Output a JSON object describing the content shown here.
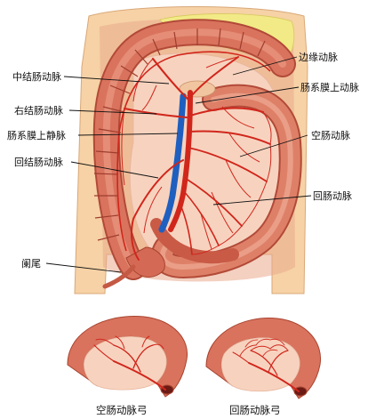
{
  "labels": {
    "middle_colic_artery": "中结肠动脉",
    "right_colic_artery": "右结肠动脉",
    "superior_mesenteric_vein": "肠系膜上静脉",
    "ileocolic_artery": "回结肠动脉",
    "appendix": "阑尾",
    "marginal_artery": "边缘动脉",
    "superior_mesenteric_artery": "肠系膜上动脉",
    "jejunal_arteries": "空肠动脉",
    "ileal_arteries": "回肠动脉"
  },
  "captions": {
    "jejunal_arcades": "空肠动脉弓",
    "ileal_arcades": "回肠动脉弓"
  },
  "colors": {
    "skin": "#f6d2a6",
    "skin_edge": "#d9a878",
    "colon": "#d9735e",
    "colon_dark": "#b24a38",
    "colon_light": "#eea28a",
    "mesentery": "#f7d3bf",
    "mesentery_edge": "#e9b79f",
    "omentum_fat": "#f2ea86",
    "artery": "#d1261c",
    "vein": "#1f5fbf",
    "text": "#111111"
  }
}
